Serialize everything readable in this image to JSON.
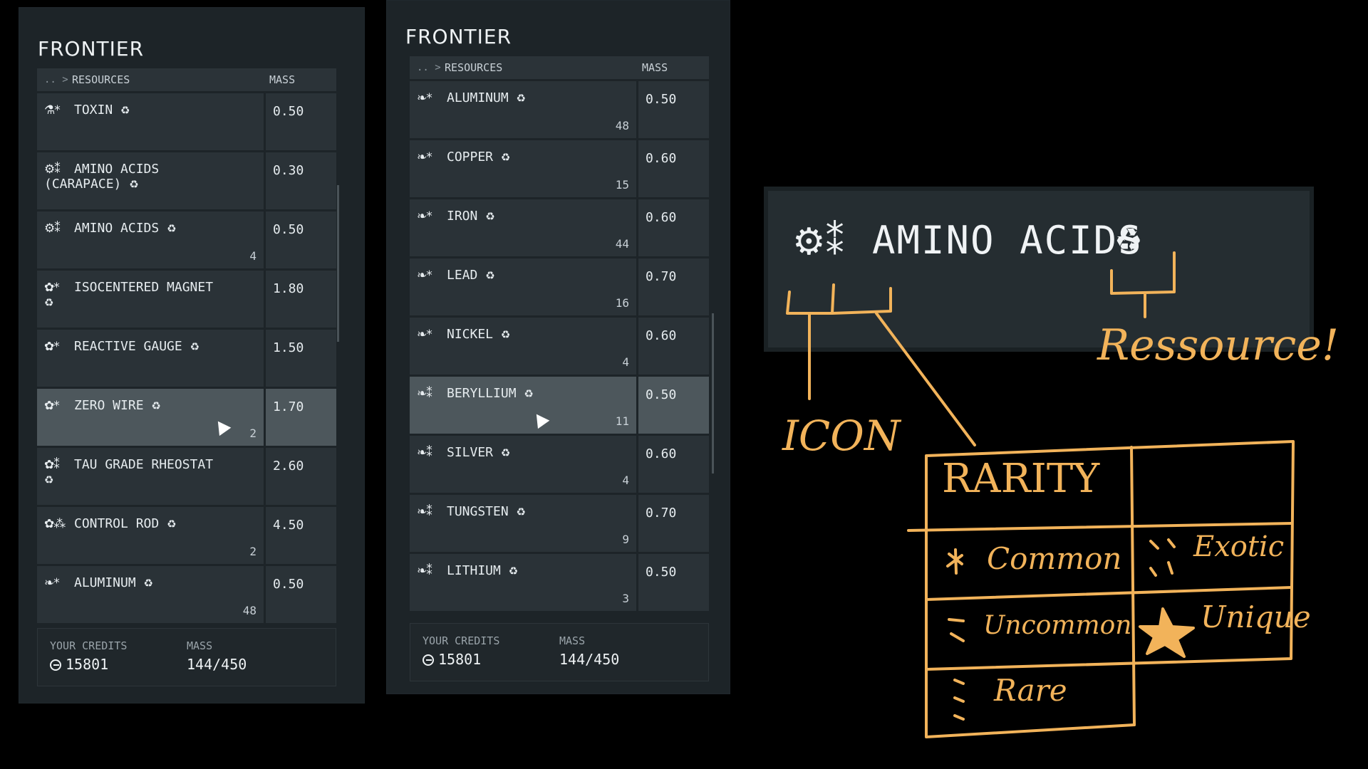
{
  "left_panel": {
    "title": "FRONTIER",
    "header": {
      "crumb": ".. >",
      "resources": "RESOURCES",
      "mass": "MASS"
    },
    "rows": [
      {
        "icons": "⚗*",
        "name": "TOXIN",
        "count": "",
        "mass": "0.50",
        "selected": false
      },
      {
        "icons": "⚙⁑",
        "name": "AMINO ACIDS (CARAPACE)",
        "count": "",
        "mass": "0.30",
        "selected": false
      },
      {
        "icons": "⚙⁑",
        "name": "AMINO ACIDS",
        "count": "4",
        "mass": "0.50",
        "selected": false
      },
      {
        "icons": "✿*",
        "name": "ISOCENTERED MAGNET",
        "count": "",
        "mass": "1.80",
        "selected": false
      },
      {
        "icons": "✿*",
        "name": "REACTIVE GAUGE",
        "count": "",
        "mass": "1.50",
        "selected": false
      },
      {
        "icons": "✿*",
        "name": "ZERO WIRE",
        "count": "2",
        "mass": "1.70",
        "selected": true
      },
      {
        "icons": "✿⁑",
        "name": "TAU GRADE RHEOSTAT",
        "count": "",
        "mass": "2.60",
        "selected": false
      },
      {
        "icons": "✿⁂",
        "name": "CONTROL ROD",
        "count": "2",
        "mass": "4.50",
        "selected": false
      },
      {
        "icons": "❧*",
        "name": "ALUMINUM",
        "count": "48",
        "mass": "0.50",
        "selected": false
      }
    ],
    "footer": {
      "credits_label": "YOUR CREDITS",
      "credits_value": "15801",
      "mass_label": "MASS",
      "mass_value": "144/450"
    }
  },
  "right_panel": {
    "title": "FRONTIER",
    "header": {
      "crumb": ".. >",
      "resources": "RESOURCES",
      "mass": "MASS"
    },
    "rows": [
      {
        "icons": "❧*",
        "name": "ALUMINUM",
        "count": "48",
        "mass": "0.50",
        "selected": false
      },
      {
        "icons": "❧*",
        "name": "COPPER",
        "count": "15",
        "mass": "0.60",
        "selected": false
      },
      {
        "icons": "❧*",
        "name": "IRON",
        "count": "44",
        "mass": "0.60",
        "selected": false
      },
      {
        "icons": "❧*",
        "name": "LEAD",
        "count": "16",
        "mass": "0.70",
        "selected": false
      },
      {
        "icons": "❧*",
        "name": "NICKEL",
        "count": "4",
        "mass": "0.60",
        "selected": false
      },
      {
        "icons": "❧⁑",
        "name": "BERYLLIUM",
        "count": "11",
        "mass": "0.50",
        "selected": true
      },
      {
        "icons": "❧⁑",
        "name": "SILVER",
        "count": "4",
        "mass": "0.60",
        "selected": false
      },
      {
        "icons": "❧⁑",
        "name": "TUNGSTEN",
        "count": "9",
        "mass": "0.70",
        "selected": false
      },
      {
        "icons": "❧⁑",
        "name": "LITHIUM",
        "count": "3",
        "mass": "0.50",
        "selected": false
      }
    ],
    "footer": {
      "credits_label": "YOUR CREDITS",
      "credits_value": "15801",
      "mass_label": "MASS",
      "mass_value": "144/450"
    }
  },
  "zoom": {
    "icons": "⚙⁑",
    "label": "AMINO ACIDS",
    "recycle": "♻"
  },
  "annotations": {
    "icon": "ICON",
    "resource": "Ressource!",
    "rarity_title": "RARITY",
    "common": "Common",
    "uncommon": "Uncommon",
    "rare": "Rare",
    "exotic": "Exotic",
    "unique": "Unique"
  },
  "colors": {
    "annotation": "#f2b35a",
    "panel": "#1d2428",
    "row": "#2a3237",
    "row_selected": "#4d575c"
  }
}
